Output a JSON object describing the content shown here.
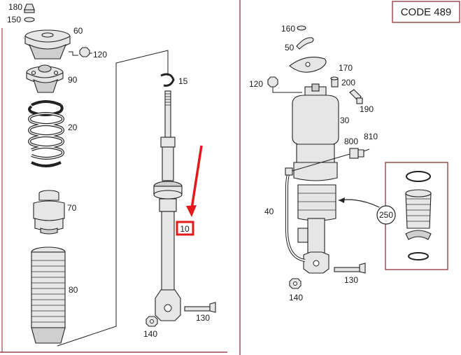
{
  "diagram": {
    "code_label": "CODE 489",
    "left_labels": {
      "p180": "180",
      "p150": "150",
      "p60": "60",
      "p120": "120",
      "p90": "90",
      "p20": "20",
      "p70": "70",
      "p80": "80",
      "p15": "15",
      "p10": "10",
      "p130": "130",
      "p140": "140"
    },
    "right_labels": {
      "p160": "160",
      "p50": "50",
      "p170": "170",
      "p120": "120",
      "p200": "200",
      "p190": "190",
      "p30": "30",
      "p800": "800",
      "p810": "810",
      "p40": "40",
      "p250": "250",
      "p130": "130",
      "p140": "140"
    },
    "colors": {
      "highlight": "#e3191b",
      "divider": "#8b1f2a",
      "ink": "#222222"
    }
  }
}
